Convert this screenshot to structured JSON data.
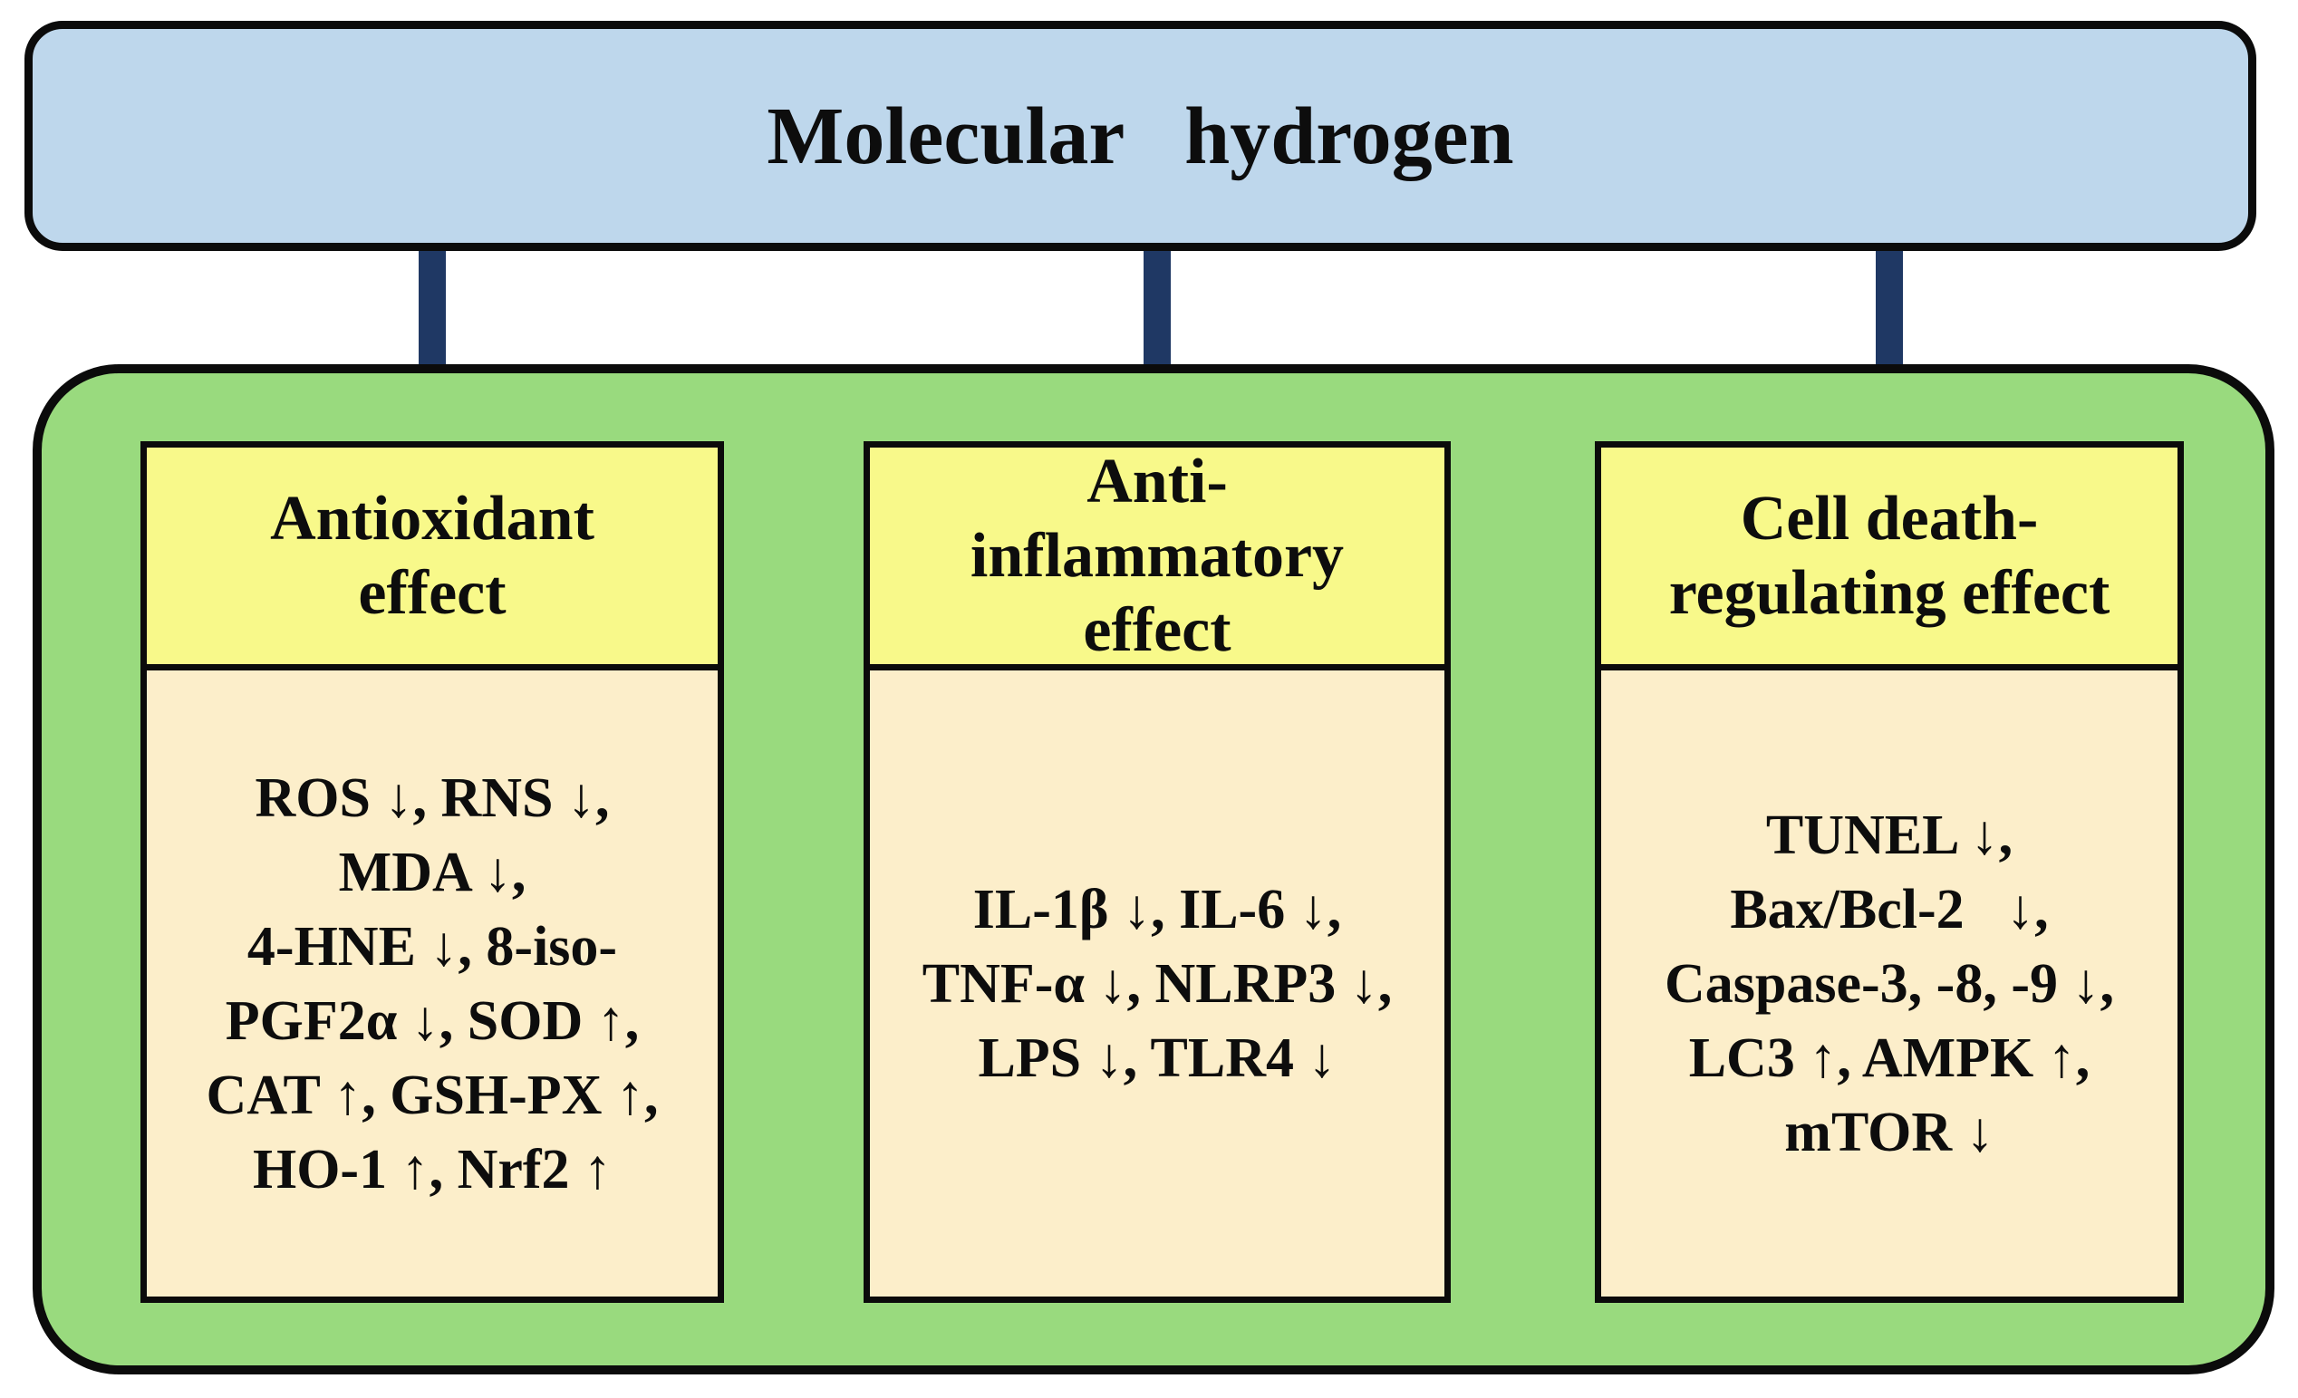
{
  "title": {
    "text": "Molecular hydrogen"
  },
  "colors": {
    "bg": "#ffffff",
    "blue": "#bed7ec",
    "green": "#99da7e",
    "yellow": "#f8f98a",
    "cream": "#fceeca",
    "border": "#0b0b0b",
    "arrow": "#1f3864",
    "ink": "#0d0d0d"
  },
  "connectors": {
    "icon": "down-arrow-icon",
    "direction": "down",
    "count": 3
  },
  "effect_boxes": [
    {
      "header_lines": [
        "Antioxidant",
        "effect"
      ],
      "body_lines": [
        "ROS ↓, RNS ↓,",
        "MDA ↓,",
        "4-HNE ↓, 8-iso-",
        "PGF2α ↓, SOD ↑,",
        "CAT ↑, GSH-PX ↑,",
        "HO-1 ↑, Nrf2 ↑"
      ]
    },
    {
      "header_lines": [
        "Anti-",
        "inflammatory",
        "effect"
      ],
      "body_lines": [
        "IL-1β ↓, IL-6 ↓,",
        "TNF-α ↓, NLRP3 ↓,",
        "LPS ↓, TLR4 ↓"
      ]
    },
    {
      "header_lines": [
        "Cell death-",
        "regulating effect"
      ],
      "body_lines": [
        "TUNEL ↓,",
        "Bax/Bcl-2  ↓,",
        "Caspase-3, -8, -9 ↓,",
        "LC3 ↑, AMPK ↑,",
        "mTOR ↓"
      ]
    }
  ]
}
